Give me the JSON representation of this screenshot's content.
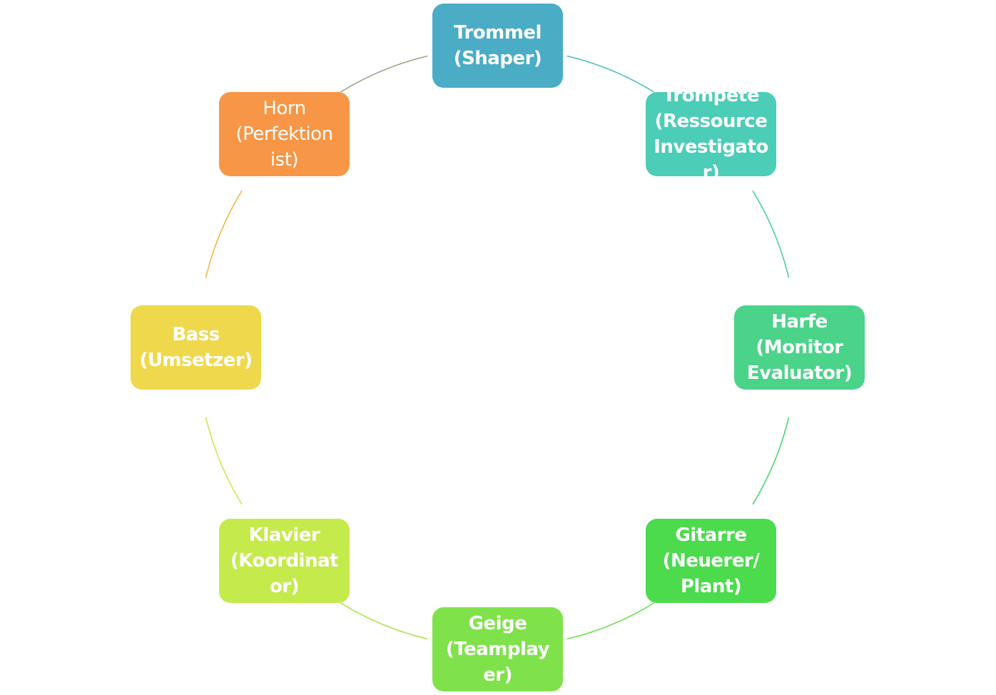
{
  "diagram": {
    "type": "cycle",
    "nodes": [
      {
        "id": "trommel",
        "lines": [
          "Trommel",
          "(Shaper)"
        ],
        "color": "#4bacc6",
        "weight": "bold"
      },
      {
        "id": "trompete",
        "lines": [
          "Trompete",
          "(Ressource",
          "Investigato",
          "r)"
        ],
        "color": "#4bcdb7",
        "weight": "bold"
      },
      {
        "id": "harfe",
        "lines": [
          "Harfe",
          "(Monitor",
          "Evaluator)"
        ],
        "color": "#4bd38a",
        "weight": "bold"
      },
      {
        "id": "gitarre",
        "lines": [
          "Gitarre",
          "(Neuerer/",
          "Plant)"
        ],
        "color": "#4bdb4d",
        "weight": "bold"
      },
      {
        "id": "geige",
        "lines": [
          "Geige",
          "(Teamplay",
          "er)"
        ],
        "color": "#7fe24b",
        "weight": "bold"
      },
      {
        "id": "klavier",
        "lines": [
          "Klavier",
          "(Koordinat",
          "or)"
        ],
        "color": "#c5ea4b",
        "weight": "bold"
      },
      {
        "id": "bass",
        "lines": [
          "Bass",
          "(Umsetzer)"
        ],
        "color": "#efd84b",
        "weight": "bold"
      },
      {
        "id": "horn",
        "lines": [
          "Horn",
          "(Perfektion",
          "ist)"
        ],
        "color": "#f79646",
        "weight": "normal"
      }
    ]
  }
}
